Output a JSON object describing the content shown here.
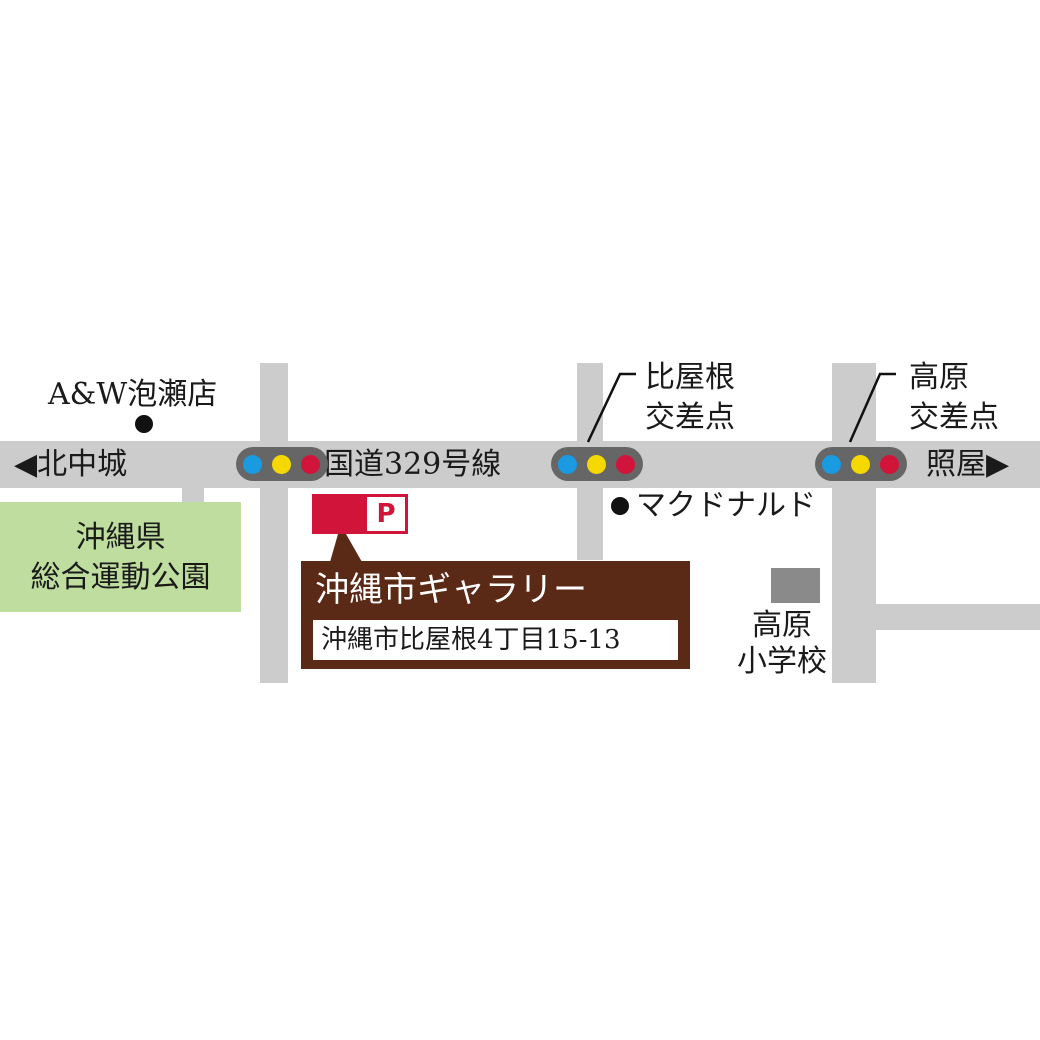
{
  "route_label": "国道329号線",
  "west_label": "◀北中城",
  "east_label": "照屋▶",
  "store_aw": "A&W泡瀬店",
  "store_mcd": "マクドナルド",
  "intersections": [
    {
      "line1": "比屋根",
      "line2": "交差点"
    },
    {
      "line1": "高原",
      "line2": "交差点"
    }
  ],
  "park": {
    "line1": "沖縄県",
    "line2": "総合運動公園"
  },
  "school": {
    "line1": "高原",
    "line2": "小学校"
  },
  "parking_symbol": "P",
  "gallery": {
    "name": "沖縄市ギャラリー",
    "address": "沖縄市比屋根4丁目15-13"
  },
  "colors": {
    "road": "#cccccc",
    "signal_body": "#666666",
    "signal_blue": "#1a9ae0",
    "signal_yellow": "#f5d800",
    "signal_red": "#d0143a",
    "gallery_bg": "#5a2a16",
    "parking_red": "#d0143a",
    "park_green": "#bedd9f",
    "school_gray": "#8a8a8a"
  },
  "icons": [
    "traffic-signal-icon",
    "parking-icon",
    "location-dot-icon",
    "arrow-left-icon",
    "arrow-right-icon"
  ]
}
